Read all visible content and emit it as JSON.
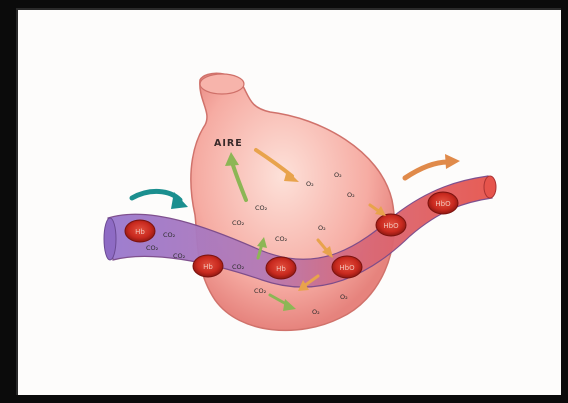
{
  "diagram": {
    "air_label": "AIRE",
    "red_cell_labels": [
      "Hb",
      "Hb",
      "Hb",
      "HbO",
      "HbO",
      "HbO"
    ],
    "gas_labels": [
      {
        "text": "CO₂"
      },
      {
        "text": "CO₂"
      },
      {
        "text": "CO₂"
      },
      {
        "text": "CO₂"
      },
      {
        "text": "CO₂"
      },
      {
        "text": "CO₂"
      },
      {
        "text": "CO₂"
      },
      {
        "text": "CO₂"
      },
      {
        "text": "O₂"
      },
      {
        "text": "O₂"
      },
      {
        "text": "O₂"
      },
      {
        "text": "O₂"
      },
      {
        "text": "O₂"
      },
      {
        "text": "O₂"
      }
    ]
  },
  "colors": {
    "alveolus": "#f4a39c",
    "vessel_venous": "#b07bd0",
    "vessel_arterial": "#e35a55",
    "red_cell": "#c8261b",
    "arrow_teal": "#1a8c8c",
    "arrow_green": "#7fae4a",
    "arrow_orange": "#e8953a"
  }
}
